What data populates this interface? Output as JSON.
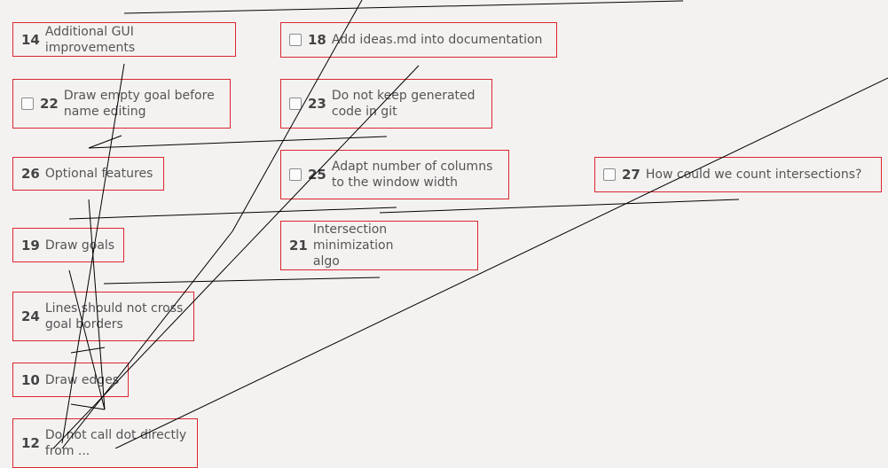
{
  "goals": [
    {
      "id": "14",
      "title": "Additional GUI improvements",
      "checkbox": false
    },
    {
      "id": "18",
      "title": "Add ideas.md into documentation",
      "checkbox": true
    },
    {
      "id": "22",
      "title": "Draw empty goal before\nname editing",
      "checkbox": true
    },
    {
      "id": "23",
      "title": "Do not keep generated\ncode in git",
      "checkbox": true
    },
    {
      "id": "26",
      "title": "Optional features",
      "checkbox": false
    },
    {
      "id": "25",
      "title": "Adapt number of columns\nto the window width",
      "checkbox": true
    },
    {
      "id": "27",
      "title": "How could we count intersections?",
      "checkbox": true
    },
    {
      "id": "19",
      "title": "Draw goals",
      "checkbox": false
    },
    {
      "id": "21",
      "title": "Intersection minimization\nalgo",
      "checkbox": false
    },
    {
      "id": "24",
      "title": "Lines should not cross\ngoal borders",
      "checkbox": false
    },
    {
      "id": "10",
      "title": "Draw edges",
      "checkbox": false
    },
    {
      "id": "12",
      "title": "Do not call dot directly\nfrom ...",
      "checkbox": false
    }
  ],
  "colors": {
    "background": "#f4f2f1",
    "goal_border": "#d9272e",
    "edge": "#000000"
  }
}
